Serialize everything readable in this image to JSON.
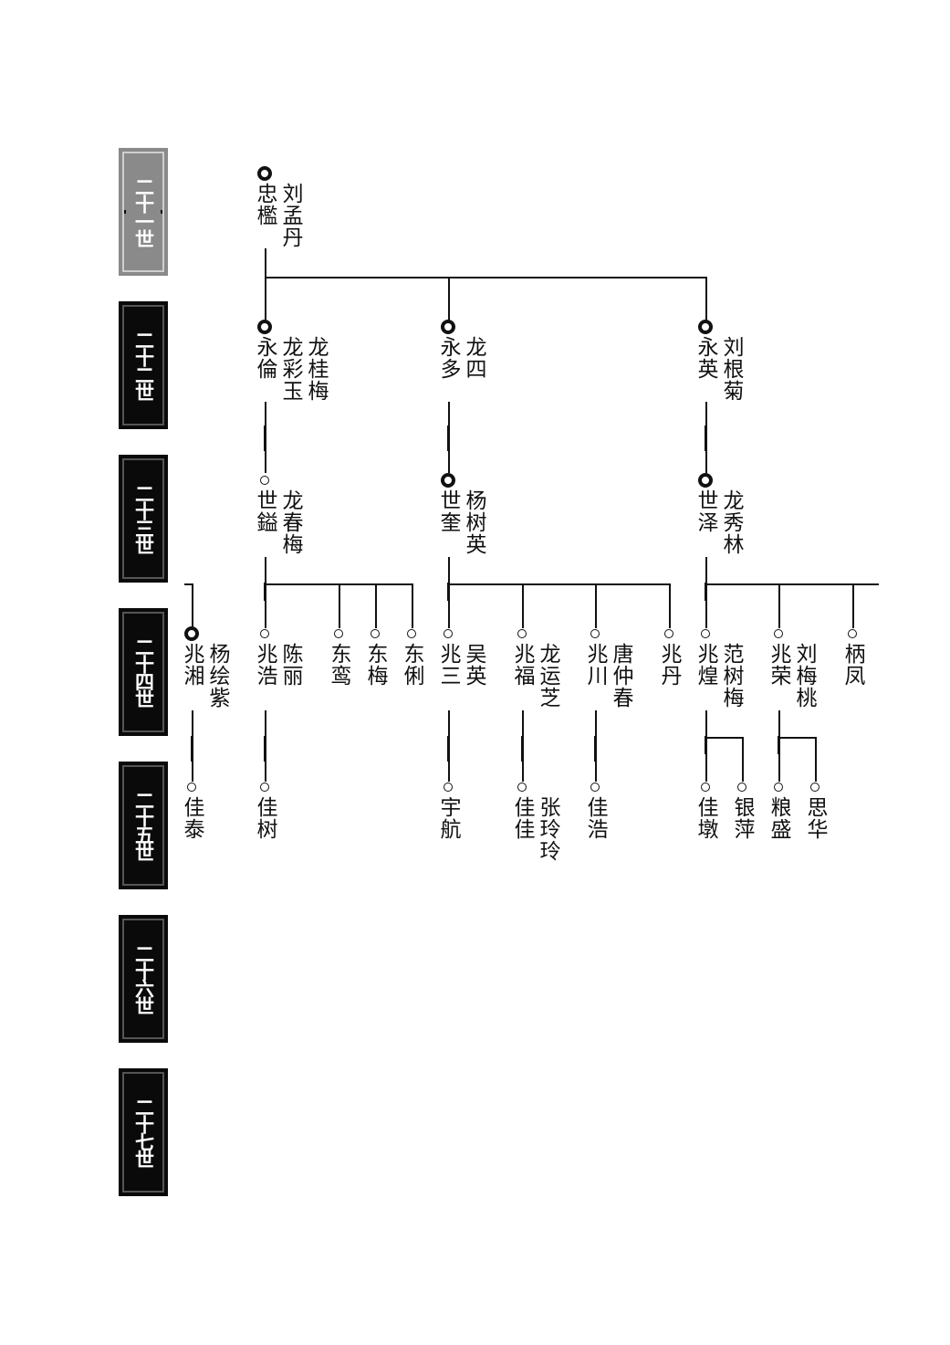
{
  "generations": [
    "二十一世",
    "二十二世",
    "二十三世",
    "二十四世",
    "二十五世",
    "二十六世",
    "二十七世"
  ],
  "current_generation_index": 0,
  "people": {
    "zhongkan": {
      "name": "忠檻",
      "spouse": "刘孟丹"
    },
    "yonglun": {
      "name": "永倫",
      "spouses": [
        "龙彩玉",
        "龙桂梅"
      ]
    },
    "yongduo": {
      "name": "永多",
      "spouse": "龙四"
    },
    "yongying": {
      "name": "永英",
      "spouse": "刘根菊"
    },
    "shiyi": {
      "name": "世鎰",
      "spouse": "龙春梅"
    },
    "shikui": {
      "name": "世奎",
      "spouse": "杨树英"
    },
    "shize": {
      "name": "世泽",
      "spouse": "龙秀林"
    },
    "zhaoxiang": {
      "name": "兆湘",
      "spouse": "杨绘紫"
    },
    "zhaohao": {
      "name": "兆浩",
      "spouse": "陈丽"
    },
    "dongluan": {
      "name": "东鸾",
      "spouse": ""
    },
    "dongmei": {
      "name": "东梅",
      "spouse": ""
    },
    "donglian": {
      "name": "东俐",
      "spouse": ""
    },
    "zhaosan": {
      "name": "兆三",
      "spouse": "吴英"
    },
    "zhaofu": {
      "name": "兆福",
      "spouse": "龙运芝"
    },
    "zhaochuan": {
      "name": "兆川",
      "spouse": "唐仲春"
    },
    "zhaodan": {
      "name": "兆丹",
      "spouse": ""
    },
    "zhaohuang": {
      "name": "兆煌",
      "spouse": "范树梅"
    },
    "zhaorong": {
      "name": "兆荣",
      "spouse": "刘梅桃"
    },
    "bingfeng": {
      "name": "柄凤",
      "spouse": ""
    },
    "jiatai": {
      "name": "佳泰",
      "spouse": ""
    },
    "jiashu": {
      "name": "佳树",
      "spouse": ""
    },
    "yuhang": {
      "name": "宇航",
      "spouse": ""
    },
    "jiajia": {
      "name": "佳佳",
      "spouse": "张玲玲"
    },
    "jiahao": {
      "name": "佳浩",
      "spouse": ""
    },
    "jiadun": {
      "name": "佳墩",
      "spouse": ""
    },
    "yinping": {
      "name": "银萍",
      "spouse": ""
    },
    "liangsheng": {
      "name": "粮盛",
      "spouse": ""
    },
    "sihua": {
      "name": "思华",
      "spouse": ""
    }
  }
}
